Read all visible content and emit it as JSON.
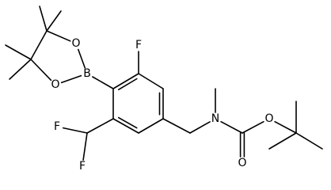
{
  "colors": {
    "bond": "#000000",
    "label": "#000000",
    "background": "#ffffff"
  },
  "atoms": [
    {
      "id": "f1",
      "label": "F"
    },
    {
      "id": "b1",
      "label": "B"
    },
    {
      "id": "o1",
      "label": "O"
    },
    {
      "id": "o2",
      "label": "O"
    },
    {
      "id": "n1",
      "label": "N"
    },
    {
      "id": "o3",
      "label": "O"
    },
    {
      "id": "o4",
      "label": "O"
    },
    {
      "id": "f2",
      "label": "F"
    },
    {
      "id": "f3",
      "label": "F"
    }
  ]
}
